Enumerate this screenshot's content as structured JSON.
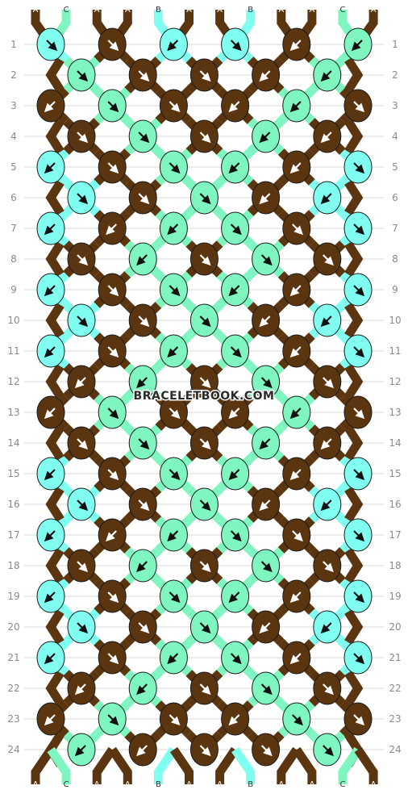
{
  "watermark": "BRACELETBOOK.COM",
  "colors": {
    "A": "#5a3510",
    "B": "#80fff0",
    "C": "#7ff5c0"
  },
  "strands": [
    "A",
    "C",
    "A",
    "A",
    "B",
    "A",
    "A",
    "B",
    "A",
    "A",
    "C",
    "A"
  ],
  "row_labels": [
    "1",
    "2",
    "3",
    "4",
    "5",
    "6",
    "7",
    "8",
    "9",
    "10",
    "11",
    "12",
    "13",
    "14",
    "15",
    "16",
    "17",
    "18",
    "19",
    "20",
    "21",
    "22",
    "23",
    "24"
  ],
  "knot_icons": {
    "forward": "arrow-down-right-icon",
    "backward": "arrow-down-left-icon",
    "forward_backward": "arrow-right-then-down-icon",
    "backward_forward": "arrow-left-then-down-icon"
  },
  "knots": [
    [
      [
        "B",
        "f"
      ],
      [
        "A",
        "f"
      ],
      [
        "B",
        "b"
      ],
      [
        "B",
        "f"
      ],
      [
        "A",
        "b"
      ],
      [
        "C",
        "b"
      ]
    ],
    [
      [
        "C",
        "f"
      ],
      [
        "A",
        "f"
      ],
      [
        "A",
        "f"
      ],
      [
        "A",
        "b"
      ],
      [
        "C",
        "b"
      ]
    ],
    [
      [
        "A",
        "b"
      ],
      [
        "C",
        "f"
      ],
      [
        "A",
        "f"
      ],
      [
        "A",
        "b"
      ],
      [
        "C",
        "b"
      ],
      [
        "A",
        "f"
      ]
    ],
    [
      [
        "A",
        "f"
      ],
      [
        "C",
        "f"
      ],
      [
        "A",
        "f"
      ],
      [
        "C",
        "b"
      ],
      [
        "A",
        "b"
      ]
    ],
    [
      [
        "B",
        "b"
      ],
      [
        "A",
        "f"
      ],
      [
        "C",
        "f"
      ],
      [
        "C",
        "b"
      ],
      [
        "A",
        "b"
      ],
      [
        "B",
        "f"
      ]
    ],
    [
      [
        "B",
        "f"
      ],
      [
        "A",
        "f"
      ],
      [
        "C",
        "f"
      ],
      [
        "A",
        "b"
      ],
      [
        "B",
        "b"
      ]
    ],
    [
      [
        "B",
        "b"
      ],
      [
        "A",
        "b"
      ],
      [
        "C",
        "b"
      ],
      [
        "C",
        "f"
      ],
      [
        "A",
        "f"
      ],
      [
        "B",
        "f"
      ]
    ],
    [
      [
        "A",
        "f"
      ],
      [
        "C",
        "b"
      ],
      [
        "A",
        "f"
      ],
      [
        "C",
        "f"
      ],
      [
        "A",
        "f"
      ]
    ],
    [
      [
        "B",
        "b"
      ],
      [
        "A",
        "f"
      ],
      [
        "C",
        "f"
      ],
      [
        "C",
        "b"
      ],
      [
        "A",
        "b"
      ],
      [
        "B",
        "f"
      ]
    ],
    [
      [
        "B",
        "f"
      ],
      [
        "A",
        "f"
      ],
      [
        "C",
        "f"
      ],
      [
        "A",
        "b"
      ],
      [
        "B",
        "b"
      ]
    ],
    [
      [
        "B",
        "b"
      ],
      [
        "A",
        "f"
      ],
      [
        "C",
        "b"
      ],
      [
        "C",
        "f"
      ],
      [
        "A",
        "b"
      ],
      [
        "B",
        "f"
      ]
    ],
    [
      [
        "A",
        "b"
      ],
      [
        "C",
        "b"
      ],
      [
        "A",
        "f"
      ],
      [
        "C",
        "f"
      ],
      [
        "A",
        "f"
      ]
    ],
    [
      [
        "A",
        "b"
      ],
      [
        "C",
        "f"
      ],
      [
        "A",
        "f"
      ],
      [
        "A",
        "b"
      ],
      [
        "C",
        "b"
      ],
      [
        "A",
        "f"
      ]
    ],
    [
      [
        "A",
        "f"
      ],
      [
        "C",
        "f"
      ],
      [
        "A",
        "f"
      ],
      [
        "C",
        "b"
      ],
      [
        "A",
        "b"
      ]
    ],
    [
      [
        "B",
        "b"
      ],
      [
        "A",
        "f"
      ],
      [
        "C",
        "f"
      ],
      [
        "C",
        "b"
      ],
      [
        "A",
        "b"
      ],
      [
        "B",
        "f"
      ]
    ],
    [
      [
        "B",
        "f"
      ],
      [
        "A",
        "f"
      ],
      [
        "C",
        "f"
      ],
      [
        "A",
        "b"
      ],
      [
        "B",
        "b"
      ]
    ],
    [
      [
        "B",
        "b"
      ],
      [
        "A",
        "b"
      ],
      [
        "C",
        "b"
      ],
      [
        "C",
        "f"
      ],
      [
        "A",
        "f"
      ],
      [
        "B",
        "f"
      ]
    ],
    [
      [
        "A",
        "f"
      ],
      [
        "C",
        "b"
      ],
      [
        "A",
        "f"
      ],
      [
        "C",
        "f"
      ],
      [
        "A",
        "f"
      ]
    ],
    [
      [
        "B",
        "b"
      ],
      [
        "A",
        "f"
      ],
      [
        "C",
        "f"
      ],
      [
        "C",
        "b"
      ],
      [
        "A",
        "b"
      ],
      [
        "B",
        "f"
      ]
    ],
    [
      [
        "B",
        "f"
      ],
      [
        "A",
        "f"
      ],
      [
        "C",
        "f"
      ],
      [
        "A",
        "b"
      ],
      [
        "B",
        "b"
      ]
    ],
    [
      [
        "B",
        "b"
      ],
      [
        "A",
        "f"
      ],
      [
        "C",
        "b"
      ],
      [
        "C",
        "f"
      ],
      [
        "A",
        "b"
      ],
      [
        "B",
        "f"
      ]
    ],
    [
      [
        "A",
        "b"
      ],
      [
        "C",
        "b"
      ],
      [
        "A",
        "f"
      ],
      [
        "C",
        "f"
      ],
      [
        "A",
        "f"
      ]
    ],
    [
      [
        "A",
        "b"
      ],
      [
        "C",
        "f"
      ],
      [
        "A",
        "f"
      ],
      [
        "A",
        "b"
      ],
      [
        "C",
        "f"
      ],
      [
        "A",
        "f"
      ]
    ],
    [
      [
        "C",
        "b"
      ],
      [
        "A",
        "b"
      ],
      [
        "A",
        "f"
      ],
      [
        "A",
        "f"
      ],
      [
        "C",
        "f"
      ]
    ]
  ]
}
